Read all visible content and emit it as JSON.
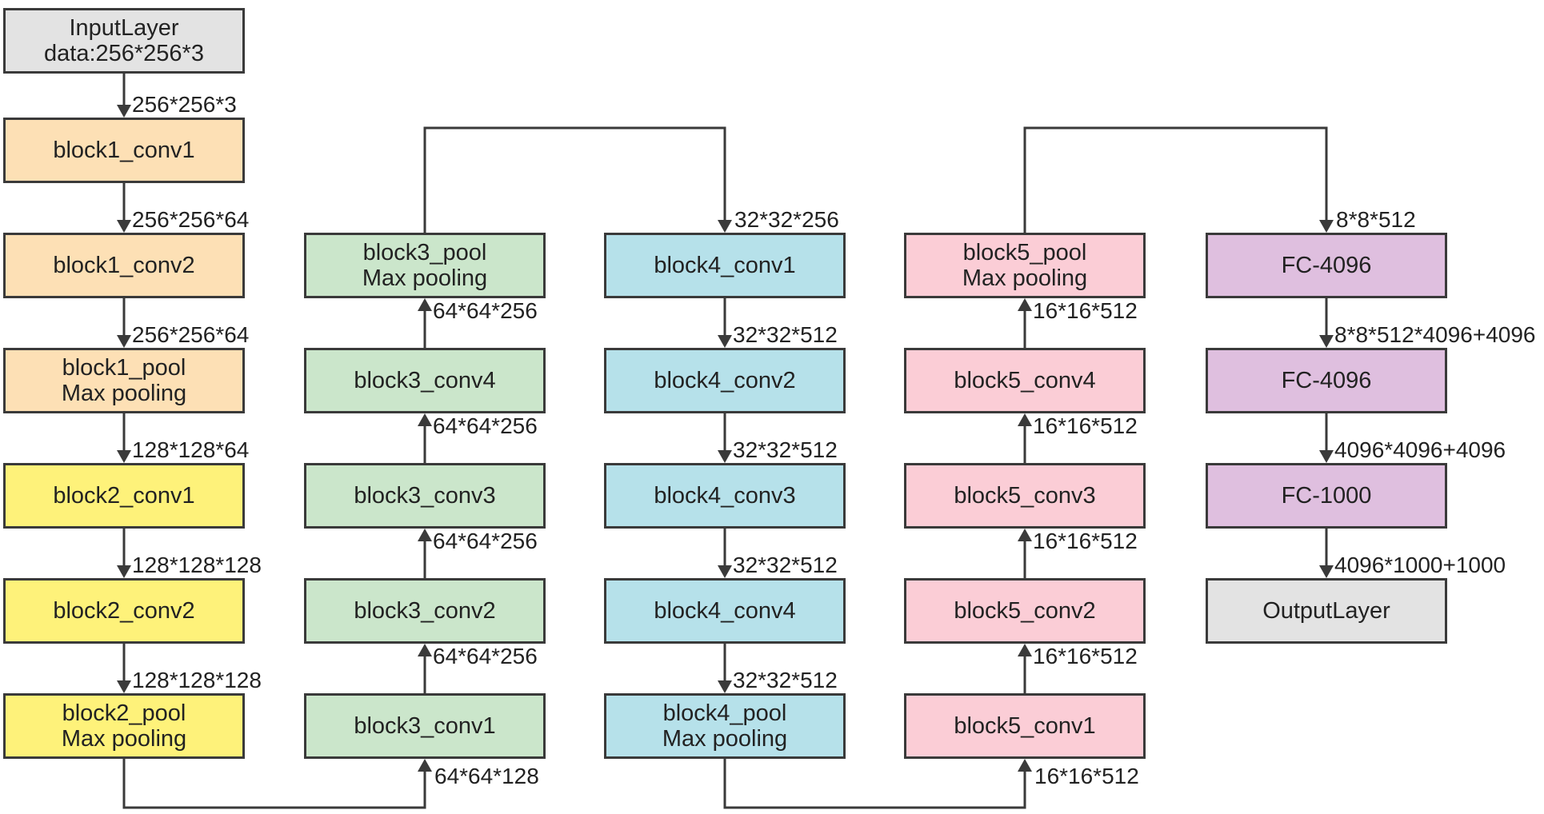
{
  "colors": {
    "input": "#e3e3e3",
    "block1": "#fde0b5",
    "block2": "#fef27a",
    "block3": "#cbe6cb",
    "block4": "#b6e1ea",
    "block5": "#fbcdd6",
    "fc": "#dfbfdf",
    "output": "#e3e3e3",
    "stroke": "#3a3a3a"
  },
  "nodes": {
    "input": {
      "line1": "InputLayer",
      "line2": "data:256*256*3"
    },
    "b1c1": {
      "line1": "block1_conv1",
      "line2": ""
    },
    "b1c2": {
      "line1": "block1_conv2",
      "line2": ""
    },
    "b1p": {
      "line1": "block1_pool",
      "line2": "Max pooling"
    },
    "b2c1": {
      "line1": "block2_conv1",
      "line2": ""
    },
    "b2c2": {
      "line1": "block2_conv2",
      "line2": ""
    },
    "b2p": {
      "line1": "block2_pool",
      "line2": "Max pooling"
    },
    "b3c1": {
      "line1": "block3_conv1",
      "line2": ""
    },
    "b3c2": {
      "line1": "block3_conv2",
      "line2": ""
    },
    "b3c3": {
      "line1": "block3_conv3",
      "line2": ""
    },
    "b3c4": {
      "line1": "block3_conv4",
      "line2": ""
    },
    "b3p": {
      "line1": "block3_pool",
      "line2": "Max pooling"
    },
    "b4c1": {
      "line1": "block4_conv1",
      "line2": ""
    },
    "b4c2": {
      "line1": "block4_conv2",
      "line2": ""
    },
    "b4c3": {
      "line1": "block4_conv3",
      "line2": ""
    },
    "b4c4": {
      "line1": "block4_conv4",
      "line2": ""
    },
    "b4p": {
      "line1": "block4_pool",
      "line2": "Max pooling"
    },
    "b5c1": {
      "line1": "block5_conv1",
      "line2": ""
    },
    "b5c2": {
      "line1": "block5_conv2",
      "line2": ""
    },
    "b5c3": {
      "line1": "block5_conv3",
      "line2": ""
    },
    "b5c4": {
      "line1": "block5_conv4",
      "line2": ""
    },
    "b5p": {
      "line1": "block5_pool",
      "line2": "Max pooling"
    },
    "fc1": {
      "line1": "FC-4096",
      "line2": ""
    },
    "fc2": {
      "line1": "FC-4096",
      "line2": ""
    },
    "fc3": {
      "line1": "FC-1000",
      "line2": ""
    },
    "out": {
      "line1": "OutputLayer",
      "line2": ""
    }
  },
  "edges": {
    "e_in_b1c1": "256*256*3",
    "e_b1c1_b1c2": "256*256*64",
    "e_b1c2_b1p": "256*256*64",
    "e_b1p_b2c1": "128*128*64",
    "e_b2c1_b2c2": "128*128*128",
    "e_b2c2_b2p": "128*128*128",
    "e_b2p_b3c1": "64*64*128",
    "e_b3c1_b3c2": "64*64*256",
    "e_b3c2_b3c3": "64*64*256",
    "e_b3c3_b3c4": "64*64*256",
    "e_b3c4_b3p": "64*64*256",
    "e_b3p_b4c1": "32*32*256",
    "e_b4c1_b4c2": "32*32*512",
    "e_b4c2_b4c3": "32*32*512",
    "e_b4c3_b4c4": "32*32*512",
    "e_b4c4_b4p": "32*32*512",
    "e_b4p_b5c1": "16*16*512",
    "e_b5c1_b5c2": "16*16*512",
    "e_b5c2_b5c3": "16*16*512",
    "e_b5c3_b5c4": "16*16*512",
    "e_b5c4_b5p": "16*16*512",
    "e_b5p_fc1": "8*8*512",
    "e_fc1_fc2": "8*8*512*4096+4096",
    "e_fc2_fc3": "4096*4096+4096",
    "e_fc3_out": "4096*1000+1000"
  }
}
